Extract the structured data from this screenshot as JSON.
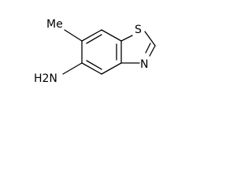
{
  "molecule": {
    "atoms": {
      "methyl": "Me",
      "sulfur": "S",
      "nitrogen": "N",
      "amine": "H2N"
    }
  }
}
